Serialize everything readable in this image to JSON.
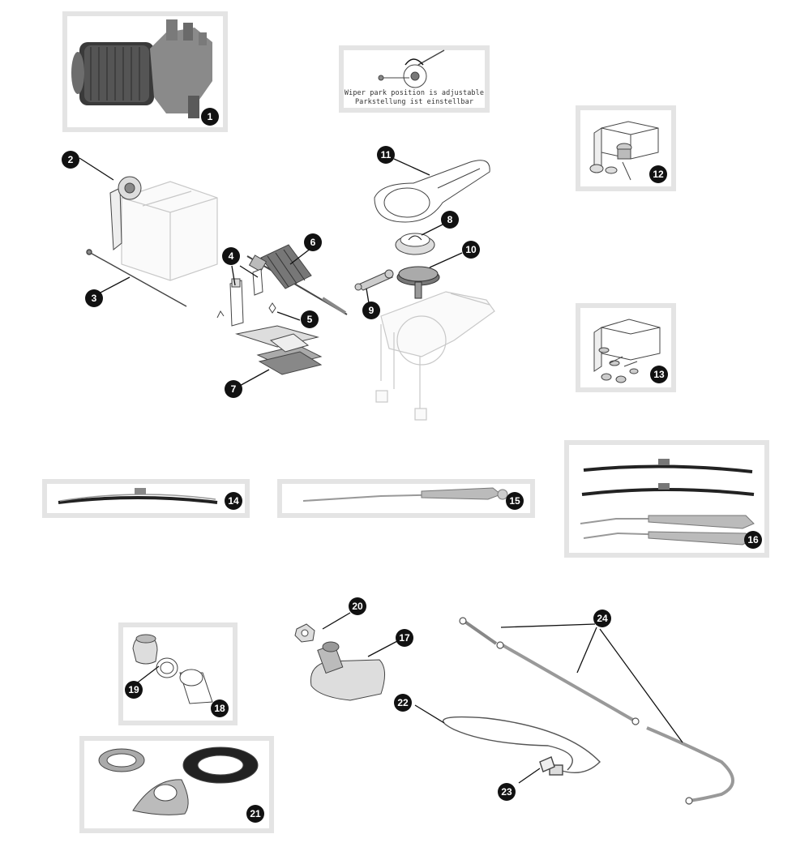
{
  "note": {
    "line1": "Wiper park position is adjustable",
    "line2": "Parkstellung ist einstellbar"
  },
  "callouts": [
    "1",
    "2",
    "3",
    "4",
    "5",
    "6",
    "7",
    "8",
    "9",
    "10",
    "11",
    "12",
    "13",
    "14",
    "15",
    "16",
    "17",
    "18",
    "19",
    "20",
    "21",
    "22",
    "23",
    "24"
  ]
}
